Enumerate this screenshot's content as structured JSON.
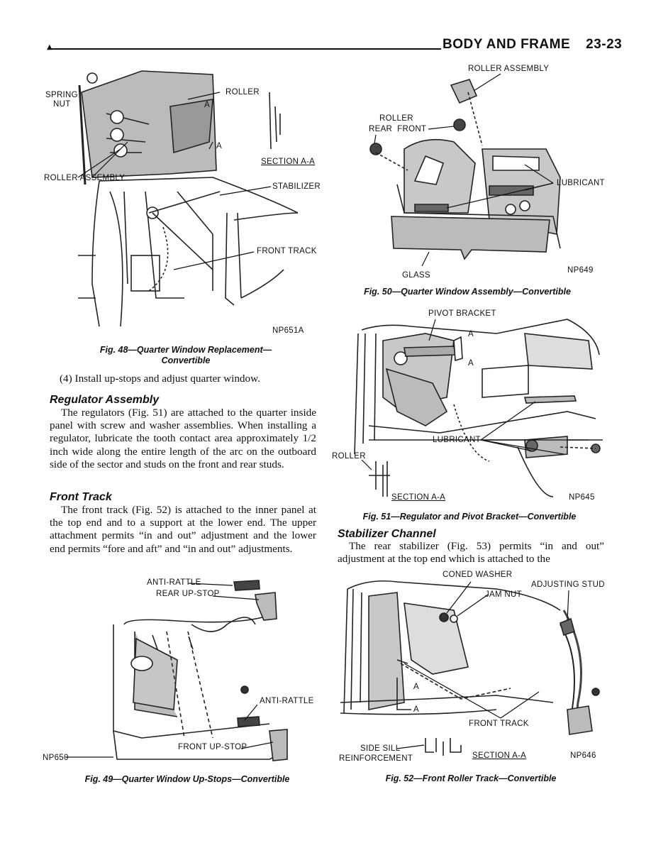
{
  "header": {
    "mark": "▲",
    "title": "BODY AND FRAME",
    "page_number": "23-23"
  },
  "fig48": {
    "labels": {
      "spring_nut_1": "SPRING",
      "spring_nut_2": "NUT",
      "roller": "ROLLER",
      "a_top": "A",
      "a_bottom": "A",
      "section": "SECTION A-A",
      "roller_assembly": "ROLLER ASSEMBLY",
      "stabilizer": "STABILIZER",
      "front_track": "FRONT TRACK",
      "code": "NP651A"
    },
    "caption_line1": "Fig. 48—Quarter Window Replacement—",
    "caption_line2": "Convertible"
  },
  "step4": "(4) Install up-stops and adjust quarter window.",
  "regulator": {
    "heading": "Regulator Assembly",
    "text": "The regulators (Fig. 51) are attached to the quarter inside panel with screw and washer assemblies. When installing a regulator, lubricate the tooth contact area approximately 1/2 inch wide along the entire length of the arc on the outboard side of the sector and studs on the front and rear studs."
  },
  "front_track": {
    "heading": "Front Track",
    "text": "The front track (Fig. 52) is attached to the inner panel at the top end and to a support at the lower end. The upper attachment permits “in and out” adjustment and the lower end permits “fore and aft” and “in and out” adjustments."
  },
  "fig49": {
    "labels": {
      "anti_rattle_top": "ANTI-RATTLE",
      "rear_up_stop": "REAR UP-STOP",
      "anti_rattle_bottom": "ANTI-RATTLE",
      "front_up_stop": "FRONT UP-STOP",
      "code": "NP650"
    },
    "caption": "Fig. 49—Quarter Window Up-Stops—Convertible"
  },
  "fig50": {
    "labels": {
      "roller_assembly": "ROLLER ASSEMBLY",
      "roller": "ROLLER",
      "rear_front": "REAR  FRONT",
      "lubricant": "LUBRICANT",
      "glass": "GLASS",
      "code": "NP649"
    },
    "caption": "Fig. 50—Quarter Window Assembly—Convertible"
  },
  "fig51": {
    "labels": {
      "pivot_bracket": "PIVOT BRACKET",
      "a_top": "A",
      "a_bottom": "A",
      "lubricant": "LUBRICANT",
      "roller": "ROLLER",
      "section": "SECTION A-A",
      "code": "NP645"
    },
    "caption": "Fig. 51—Regulator and Pivot Bracket—Convertible"
  },
  "stabilizer": {
    "heading": "Stabilizer Channel",
    "text": "The rear stabilizer (Fig. 53) permits “in and out” adjustment at the top end which is attached to the"
  },
  "fig52": {
    "labels": {
      "coned_washer": "CONED WASHER",
      "adjusting_stud": "ADJUSTING STUD",
      "jam_nut": "JAM NUT",
      "a_top": "A",
      "a_bottom": "A",
      "front_track": "FRONT TRACK",
      "side_sill_1": "SIDE SILL",
      "side_sill_2": "REINFORCEMENT",
      "section": "SECTION A-A",
      "code": "NP646"
    },
    "caption": "Fig. 52—Front Roller Track—Convertible"
  }
}
